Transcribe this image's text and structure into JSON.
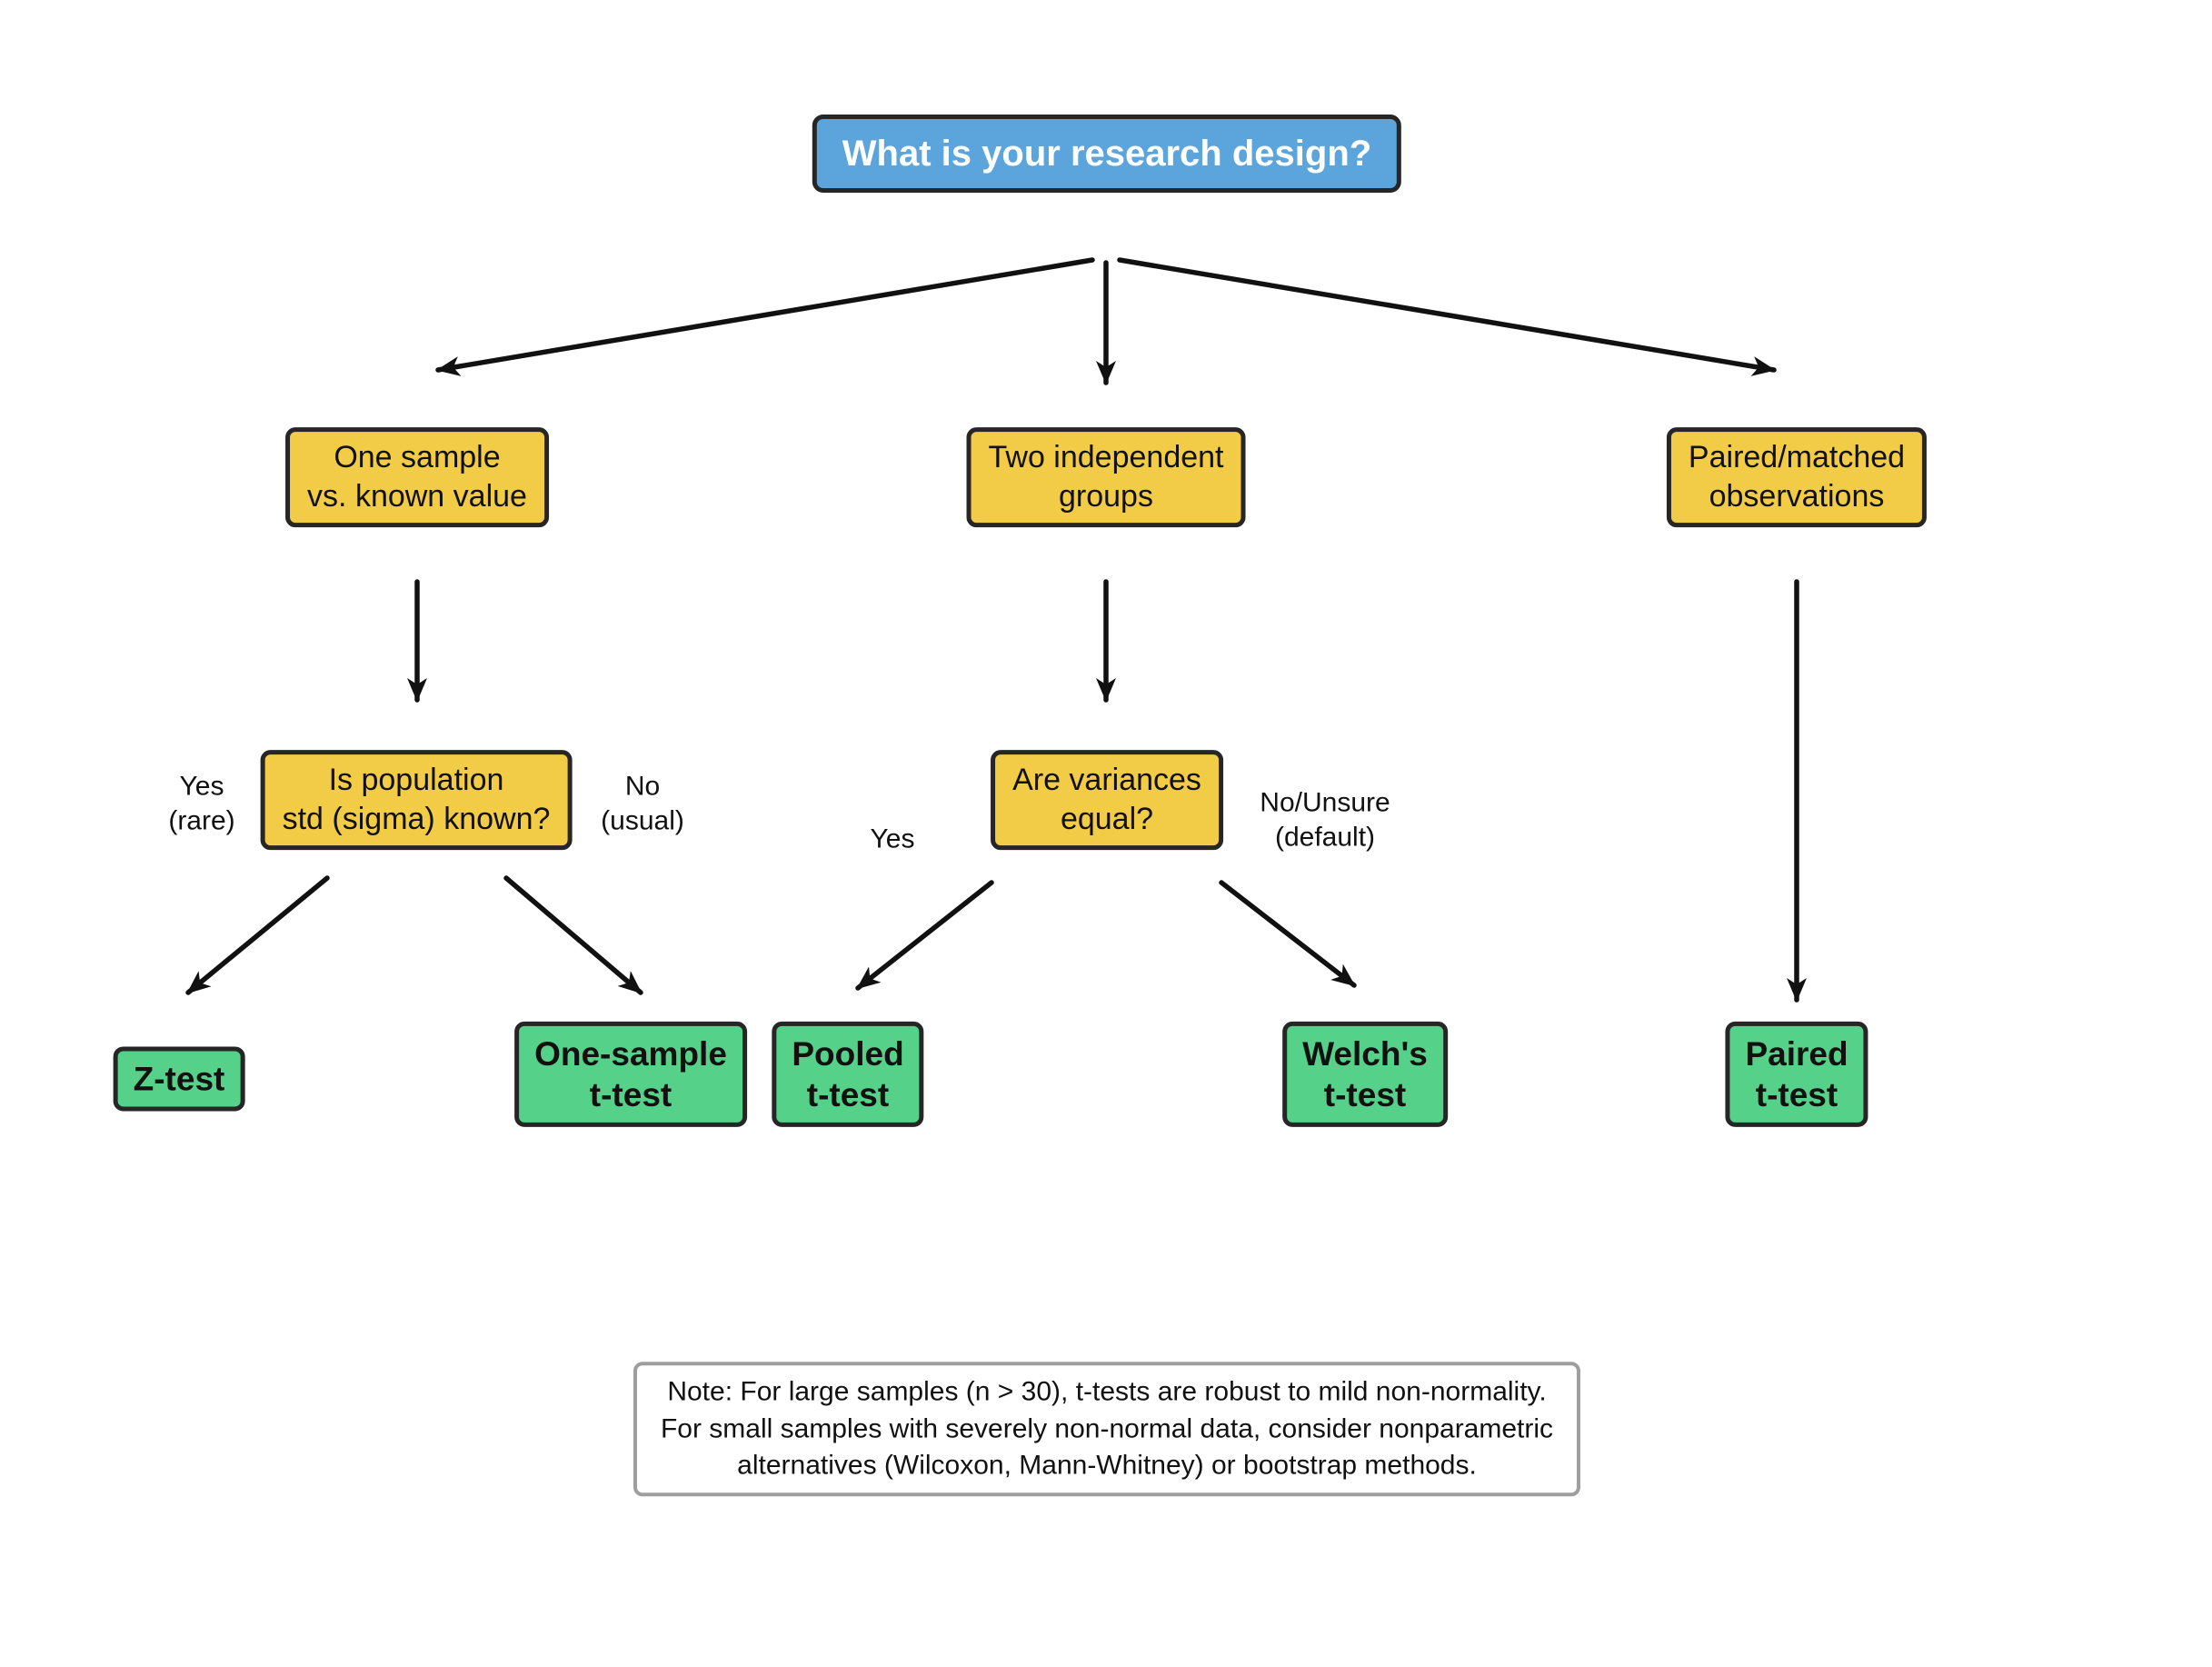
{
  "diagram": {
    "root_question": "What is your research design?",
    "branch_nodes": {
      "one_sample": "One sample\nvs. known value",
      "two_groups": "Two independent\ngroups",
      "paired": "Paired/matched\nobservations"
    },
    "decision_nodes": {
      "sigma_known": "Is population\nstd (sigma) known?",
      "variances_equal": "Are variances\nequal?"
    },
    "edge_labels": {
      "sigma_yes": "Yes\n(rare)",
      "sigma_no": "No\n(usual)",
      "variances_yes": "Yes",
      "variances_no": "No/Unsure\n(default)"
    },
    "result_nodes": {
      "z_test": "Z-test",
      "one_sample_t": "One-sample\nt-test",
      "pooled_t": "Pooled\nt-test",
      "welch_t": "Welch's\nt-test",
      "paired_t": "Paired\nt-test"
    },
    "note": "Note: For large samples (n > 30), t-tests are robust to mild non-normality.\nFor small samples with severely non-normal data, consider nonparametric\nalternatives (Wilcoxon, Mann-Whitney) or bootstrap methods.",
    "colors": {
      "question_fill": "#5BA5DC",
      "decision_fill": "#F2CC46",
      "result_fill": "#55D189",
      "node_border": "#262626",
      "note_border": "#9E9E9E",
      "arrow_color": "#111111"
    }
  }
}
